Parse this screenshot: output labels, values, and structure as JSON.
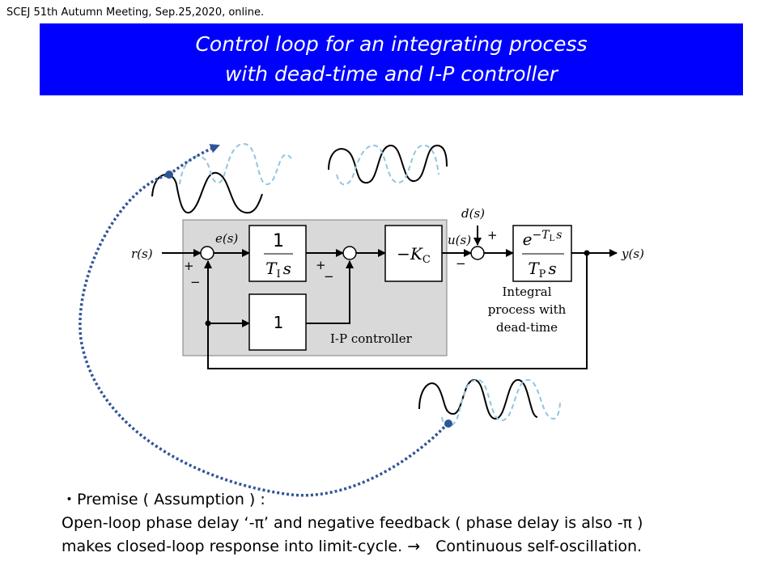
{
  "header": {
    "note": "SCEJ 51th Autumn Meeting, Sep.25,2020, online."
  },
  "title": {
    "line1": "Control loop for an integrating process",
    "line2": "with dead-time and I-P controller"
  },
  "diagram": {
    "input_label": "r(s)",
    "error_label": "e(s)",
    "integral_block_num": "1",
    "integral_block_den": "T",
    "integral_block_den_sub": "I",
    "integral_block_den_var": "s",
    "proportional_block": "1",
    "gain_block": "−K",
    "gain_block_sub": "C",
    "control_label": "u(s)",
    "disturbance_label": "d(s)",
    "process_num": "e",
    "process_num_exp": "−T",
    "process_num_exp_sub": "L",
    "process_num_exp_var": "s",
    "process_den": "T",
    "process_den_sub": "P",
    "process_den_var": "s",
    "output_label": "y(s)",
    "controller_label": "I-P controller",
    "process_caption": [
      "Integral",
      "process with",
      "dead-time"
    ],
    "sum1_plus": "+",
    "sum1_minus": "−",
    "sum2_plus": "+",
    "sum2_minus": "−",
    "sum3_plus": "+",
    "sum3_minus": "−"
  },
  "colors": {
    "banner": "#0000ff",
    "controller_box": "#d9d9d9",
    "dotted_arrow": "#2f5597",
    "dashed_wave": "#92c5de"
  },
  "premise": {
    "line1": "・Premise ( Assumption ) :",
    "line2": "Open-loop phase delay ‘-π’ and negative feedback ( phase delay is also -π )",
    "line3": "makes closed-loop response into limit-cycle. →　Continuous self-oscillation."
  }
}
